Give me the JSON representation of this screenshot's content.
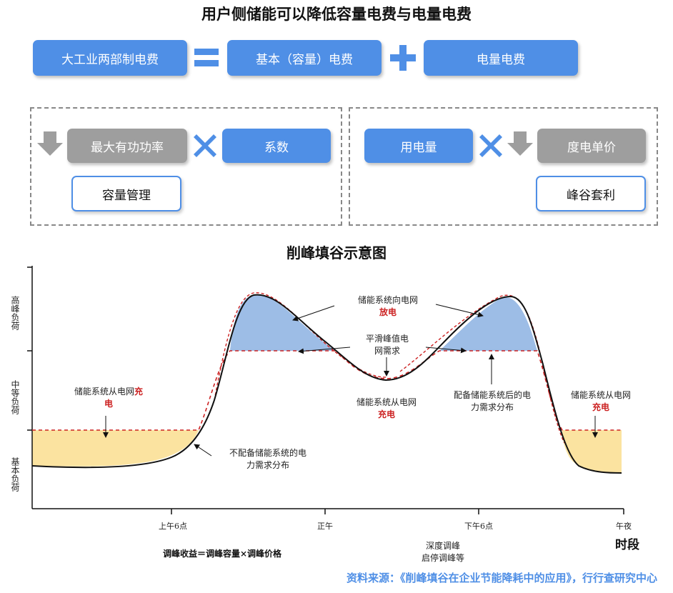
{
  "title": "用户侧储能可以降低容量电费与电量电费",
  "formula": {
    "lhs": "大工业两部制电费",
    "eq": "=",
    "term1": "基本（容量）电费",
    "plus": "+",
    "term2": "电量电费"
  },
  "left_panel": {
    "box1": "最大有功功率",
    "times": "✖",
    "box2": "系数",
    "mgmt": "容量管理"
  },
  "right_panel": {
    "box1": "用电量",
    "times": "✖",
    "box2": "度电单价",
    "mgmt": "峰谷套利"
  },
  "diagram_title": "削峰填谷示意图",
  "y_labels": [
    "高峰负荷",
    "中等负荷",
    "基本负荷"
  ],
  "x_ticks": [
    "上午6点",
    "正午",
    "下午6点",
    "午夜"
  ],
  "x_axis_title": "时段",
  "annotations": {
    "discharge_1": "储能系统向电网",
    "discharge_2": "放电",
    "smooth_1": "平滑峰值电",
    "smooth_2": "网需求",
    "charge_mid_1": "储能系统从电网",
    "charge_mid_2": "充电",
    "with_storage_1": "配备储能系统后的电",
    "with_storage_2": "力需求分布",
    "charge_left_1": "储能系统从电网",
    "charge_left_2": "充",
    "charge_left_3": "电",
    "charge_right_1": "储能系统从电网",
    "charge_right_2": "充电",
    "no_storage_1": "不配备储能系统的电",
    "no_storage_2": "力需求分布"
  },
  "formula_note": "调峰收益＝调峰容量×调峰价格",
  "depth_note_1": "深度调峰",
  "depth_note_2": "启停调峰等",
  "source": "资料来源：《削峰填谷在企业节能降耗中的应用》，行行查研究中心",
  "colors": {
    "accent": "#4f8fe6",
    "gray": "#9e9e9e",
    "discharge_fill": "#9dbde6",
    "charge_fill": "#fbe3a0",
    "dash_red": "#cc2222"
  }
}
